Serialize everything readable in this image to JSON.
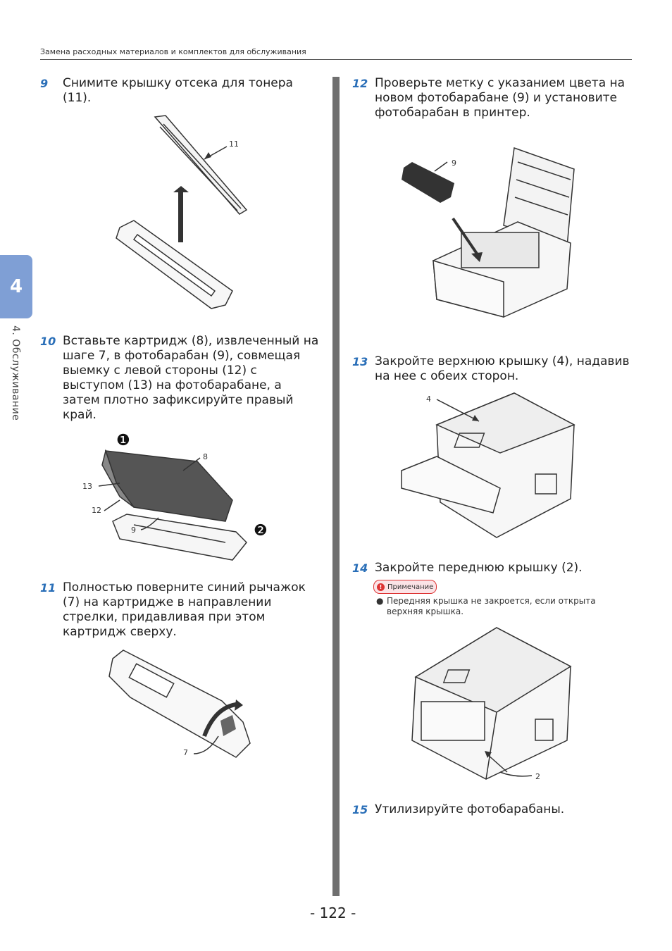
{
  "header": {
    "title": "Замена расходных материалов и комплектов для обслуживания"
  },
  "side": {
    "tab_number": "4",
    "chapter_label": "4. Обслуживание"
  },
  "steps": [
    {
      "num": "9",
      "text": "Снимите крышку отсека для тонера (11)."
    },
    {
      "num": "10",
      "text": "Вставьте картридж (8), извлеченный на шаге 7, в фотобарабан (9), совмещая выемку с левой стороны (12) с выступом (13) на фотобарабане, а затем плотно зафиксируйте правый край."
    },
    {
      "num": "11",
      "text": "Полностью поверните синий рычажок (7) на картридже в направлении стрелки, придавливая при этом картридж сверху."
    },
    {
      "num": "12",
      "text": "Проверьте метку с указанием цвета на новом фотобарабане (9) и установите фотобарабан в принтер."
    },
    {
      "num": "13",
      "text": "Закройте верхнюю крышку (4), надавив на нее с обеих сторон."
    },
    {
      "num": "14",
      "text": "Закройте переднюю крышку (2)."
    },
    {
      "num": "15",
      "text": "Утилизируйте фотобарабаны."
    }
  ],
  "figures": {
    "fig9": {
      "callouts": [
        "11"
      ]
    },
    "fig10": {
      "callouts": [
        "8",
        "13",
        "12",
        "9"
      ],
      "markers": [
        "❶",
        "❷"
      ]
    },
    "fig11": {
      "callouts": [
        "7"
      ]
    },
    "fig12": {
      "callouts": [
        "9"
      ]
    },
    "fig13": {
      "callouts": [
        "4"
      ]
    },
    "fig14": {
      "callouts": [
        "2"
      ]
    }
  },
  "note": {
    "label": "Примечание",
    "bullet": "●",
    "text": "Передняя крышка не закроется, если открыта верхняя крышка."
  },
  "footer": {
    "page_number": "- 122 -"
  },
  "colors": {
    "accent_blue": "#2a6fb8",
    "tab_blue": "#7f9fd5",
    "divider_gray": "#6f6f6f",
    "note_red": "#dd3333"
  }
}
